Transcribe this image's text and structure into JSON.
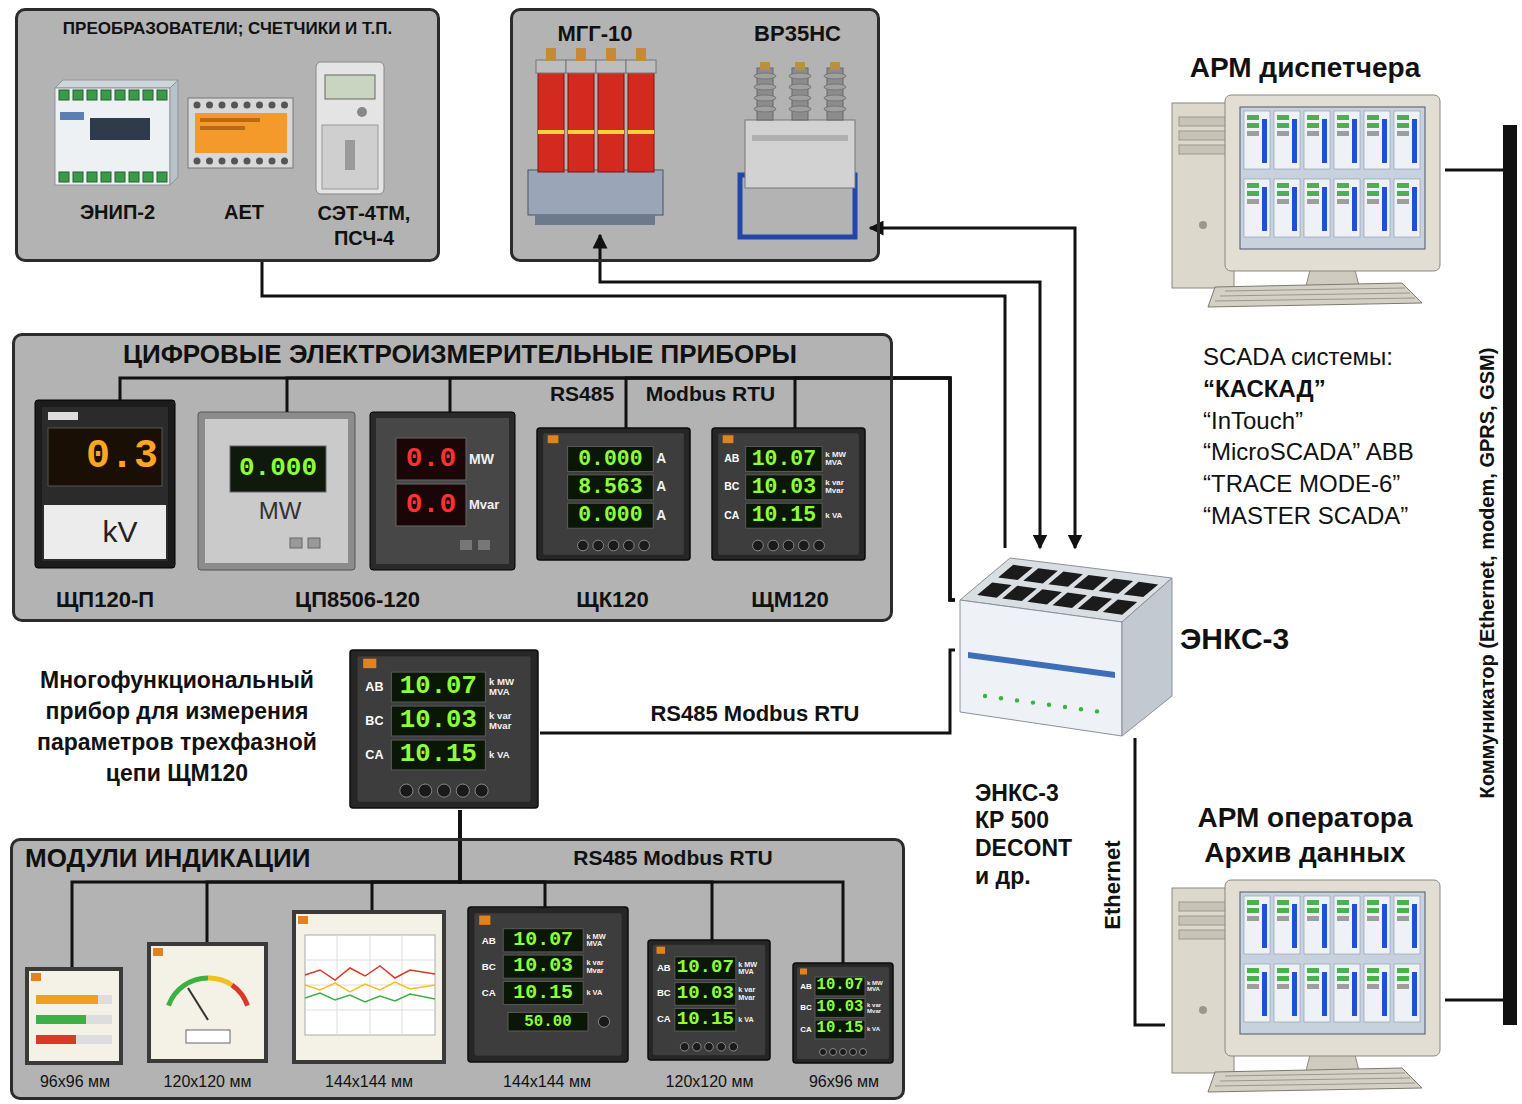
{
  "diagram": {
    "nodes": [
      {
        "text": [
          "ПРЕОБРАЗОВАТЕЛИ; СЧЕТЧИКИ И Т.П."
        ]
      },
      {
        "text": [
          "ЭНИП-2"
        ],
        "in": 0
      },
      {
        "text": [
          "АЕТ"
        ],
        "in": 0
      },
      {
        "text": [
          "СЭТ-4ТМ, ПСЧ-4"
        ],
        "in": 0
      },
      {
        "text": []
      },
      {
        "text": [
          "МГГ-10"
        ],
        "in": 4
      },
      {
        "text": [
          "ВР35НС"
        ],
        "in": 4
      },
      {
        "text": [
          "ЦИФРОВЫЕ ЭЛЕКТРОИЗМЕРИТЕЛЬНЫЕ ПРИБОРЫ"
        ]
      },
      {
        "text": [
          "ЩП120-П"
        ],
        "in": 7
      },
      {
        "text": [
          "ЦП8506-120"
        ],
        "in": 7
      },
      {
        "text": [
          "ЩК120"
        ],
        "in": 7
      },
      {
        "text": [
          "ЩМ120"
        ],
        "in": 7
      },
      {
        "text": [
          "ЭНКС-3",
          "ЭНКС-3 КР 500 DECONT и др."
        ]
      },
      {
        "text": [
          "Многофункциональный прибор для измерения параметров трехфазной цепи ЩМ120"
        ]
      },
      {
        "text": [
          "МОДУЛИ ИНДИКАЦИИ"
        ]
      },
      {
        "text": [
          "96x96 мм"
        ],
        "in": 14
      },
      {
        "text": [
          "120x120 мм"
        ],
        "in": 14
      },
      {
        "text": [
          "144x144 мм"
        ],
        "in": 14
      },
      {
        "text": [
          "144x144 мм"
        ],
        "in": 14
      },
      {
        "text": [
          "120x120 мм"
        ],
        "in": 14
      },
      {
        "text": [
          "96x96 мм"
        ],
        "in": 14
      },
      {
        "text": [
          "АРМ диспетчера"
        ]
      },
      {
        "text": [
          "АРМ оператора Архив данных"
        ]
      },
      {
        "text": [
          "Коммуникатор (Ethernet, modem, GPRS, GSM)"
        ]
      }
    ],
    "edges": [
      {
        "from": 0,
        "to": 12,
        "arrow": "none"
      },
      {
        "from": 12,
        "to": 5,
        "arrow": "both"
      },
      {
        "from": 12,
        "to": 6,
        "arrow": "both"
      },
      {
        "from": 8,
        "to": 12,
        "arrow": "none"
      },
      {
        "from": 9,
        "to": 12,
        "arrow": "none"
      },
      {
        "from": 10,
        "to": 12,
        "arrow": "none"
      },
      {
        "from": 11,
        "to": 12,
        "arrow": "none"
      },
      {
        "from": 13,
        "to": 12,
        "label": "RS485 Modbus RTU",
        "arrow": "none"
      },
      {
        "from": 15,
        "to": 13,
        "arrow": "none"
      },
      {
        "from": 16,
        "to": 13,
        "arrow": "none"
      },
      {
        "from": 17,
        "to": 13,
        "arrow": "none"
      },
      {
        "from": 18,
        "to": 13,
        "arrow": "none"
      },
      {
        "from": 19,
        "to": 13,
        "arrow": "none"
      },
      {
        "from": 20,
        "to": 13,
        "arrow": "none"
      },
      {
        "from": 12,
        "to": 22,
        "label": "Ethernet",
        "arrow": "none"
      },
      {
        "from": 21,
        "to": 23,
        "arrow": "none"
      },
      {
        "from": 22,
        "to": 23,
        "arrow": "none"
      }
    ],
    "labels": [
      "RS485",
      "Modbus RTU",
      "RS485 Modbus RTU",
      "SCADA системы:",
      "“КАСКАД”",
      "“InTouch”",
      "“MicroSCADA” ABB",
      "“TRACE MODE-6”",
      "“MASTER SCADA”",
      "0.3",
      "kV",
      "0.000",
      "MW",
      "0.0",
      "MW",
      "0.0",
      "Mvar",
      "0.000",
      "A",
      "8.563",
      "A",
      "0.000",
      "A",
      "AB",
      "10.07",
      "k MW MVA",
      "BC",
      "10.03",
      "k var Mvar",
      "CA",
      "10.15",
      "k VA",
      "AB",
      "10.07",
      "k MW MVA",
      "BC",
      "10.03",
      "k var Mvar",
      "CA",
      "10.15",
      "k VA",
      "AB",
      "10.07",
      "k MW MVA",
      "BC",
      "10.03",
      "k var Mvar",
      "CA",
      "10.15",
      "k VA",
      "50.00",
      "AB",
      "10.07",
      "k MW MVA",
      "BC",
      "10.03",
      "k var Mvar",
      "CA",
      "10.15",
      "k VA",
      "AB",
      "10.07",
      "k MW MVA",
      "BC",
      "10.03",
      "k var Mvar",
      "CA",
      "10.15",
      "k VA"
    ]
  }
}
